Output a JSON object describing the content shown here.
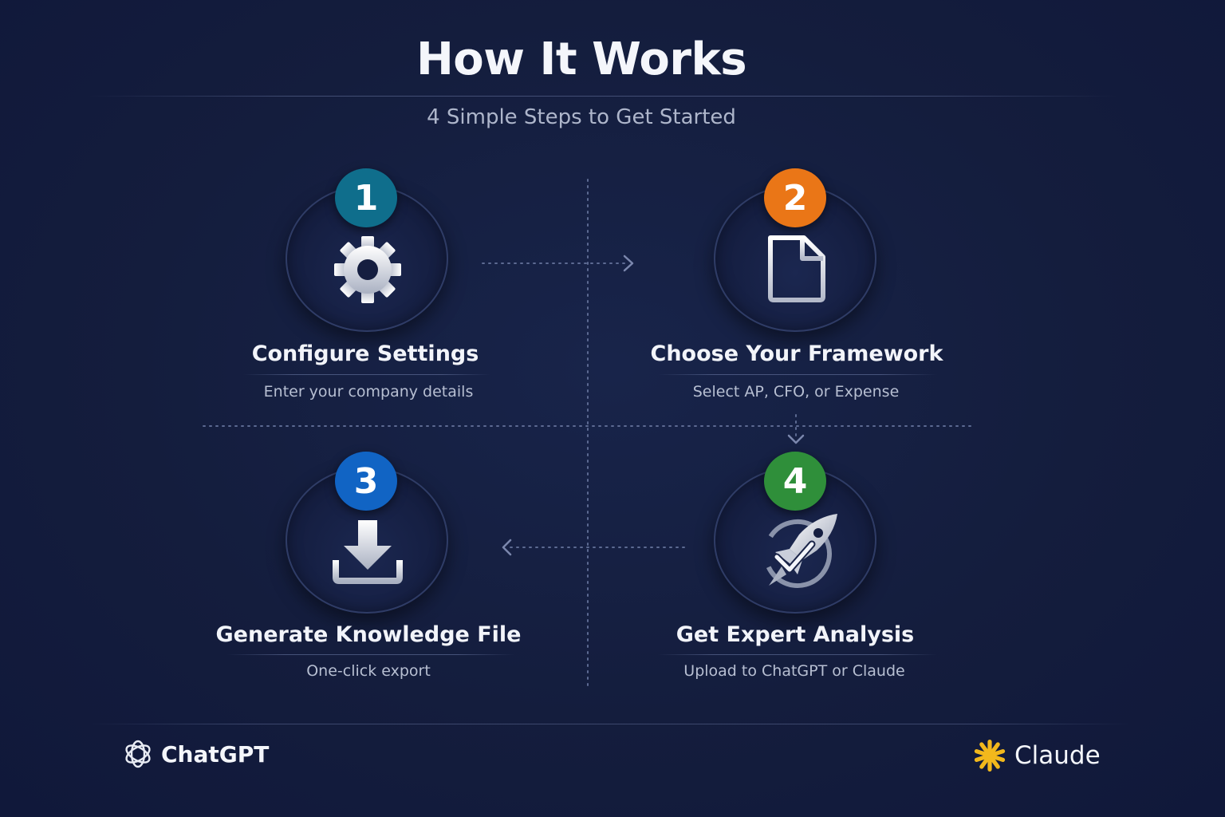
{
  "header": {
    "title": "How It Works",
    "subtitle": "4 Simple Steps to Get Started"
  },
  "steps": [
    {
      "number": "1",
      "title": "Configure Settings",
      "description": "Enter your company details",
      "badge_color": "#0f6e8c",
      "icon": "gear-icon"
    },
    {
      "number": "2",
      "title": "Choose Your Framework",
      "description": "Select AP, CFO, or Expense",
      "badge_color": "#ea7617",
      "icon": "document-icon"
    },
    {
      "number": "3",
      "title": "Generate Knowledge File",
      "description": "One-click export",
      "badge_color": "#1164c4",
      "icon": "download-icon"
    },
    {
      "number": "4",
      "title": "Get Expert Analysis",
      "description": "Upload to ChatGPT or Claude",
      "badge_color": "#2f8f3a",
      "icon": "rocket-icon"
    }
  ],
  "footer": {
    "left_brand": "ChatGPT",
    "right_brand": "Claude",
    "claude_color": "#f2b81c"
  }
}
